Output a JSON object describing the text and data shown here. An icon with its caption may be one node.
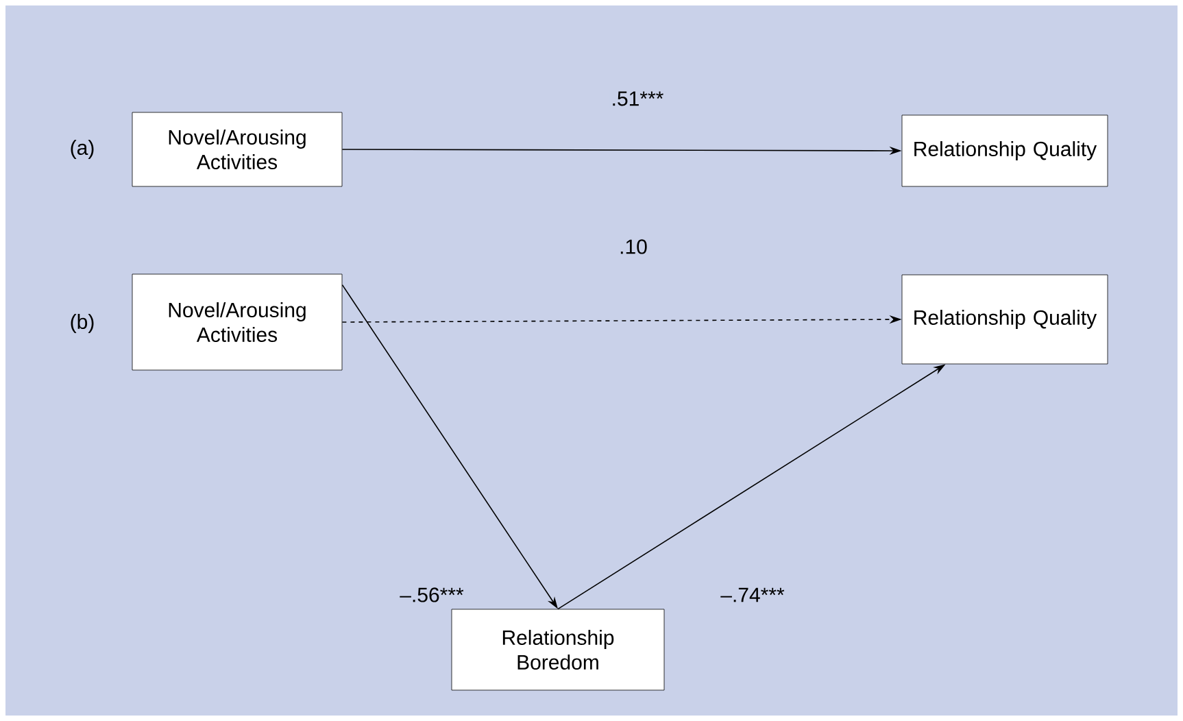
{
  "diagram": {
    "nodes": [
      {
        "text": [
          "Novel/Arousing Activities"
        ]
      },
      {
        "text": [
          "Relationship Quality"
        ]
      },
      {
        "text": [
          "Novel/Arousing Activities"
        ]
      },
      {
        "text": [
          "Relationship Quality"
        ]
      },
      {
        "text": [
          "Relationship Boredom"
        ]
      }
    ],
    "edges": [
      {
        "from": 0,
        "to": 1,
        "arrow": "to",
        "label": ".51***"
      },
      {
        "from": 2,
        "to": 3,
        "arrow": "to",
        "label": ".10",
        "style": "dashed"
      },
      {
        "from": 2,
        "to": 4,
        "arrow": "to",
        "label": "–.56***"
      },
      {
        "from": 4,
        "to": 3,
        "arrow": "to",
        "label": "–.74***"
      }
    ],
    "labels": [
      "(a)",
      "(b)"
    ]
  }
}
